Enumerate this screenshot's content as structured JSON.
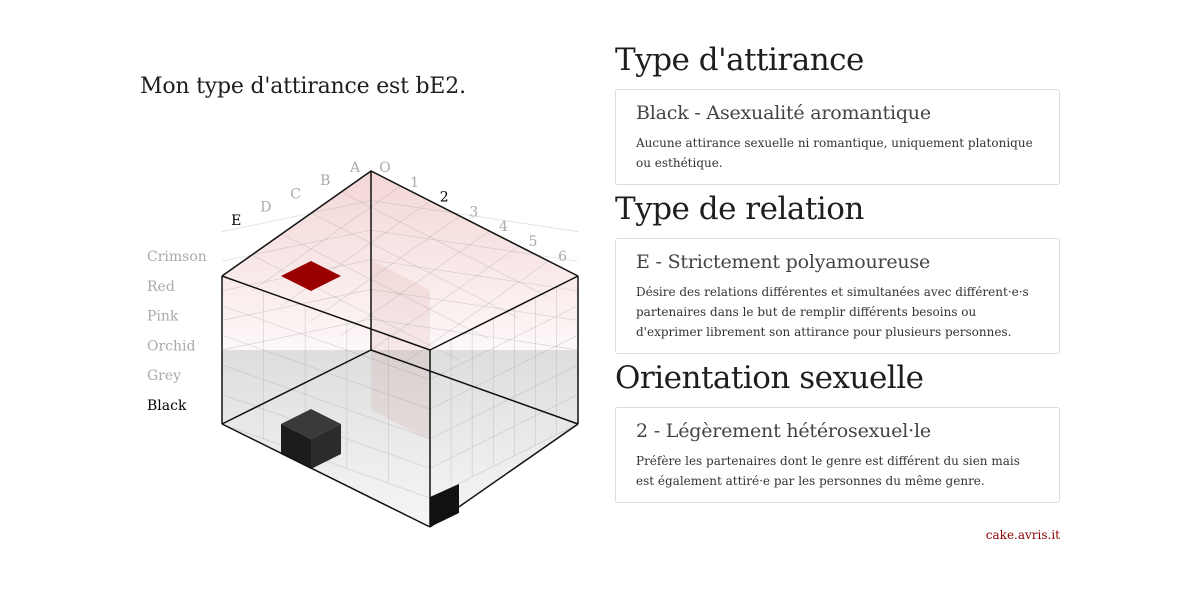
{
  "result_title": "Mon type d'attirance est bE2.",
  "cube": {
    "color_scale_labels": [
      "Crimson",
      "Red",
      "Pink",
      "Orchid",
      "Grey",
      "Black"
    ],
    "selected_color": "Black",
    "relation_labels": [
      "A",
      "B",
      "C",
      "D",
      "E"
    ],
    "selected_relation": "E",
    "orientation_labels": [
      "O",
      "1",
      "2",
      "3",
      "4",
      "5",
      "6"
    ],
    "selected_orientation": "2",
    "colors": {
      "accent": "#990000",
      "selected_block": "#222222",
      "label_muted": "#aaaaaa",
      "label_active": "#000000"
    }
  },
  "sections": [
    {
      "heading": "Type d'attirance",
      "card_title": "Black - Asexualité aromantique",
      "card_text": "Aucune attirance sexuelle ni romantique, uniquement platonique ou esthétique."
    },
    {
      "heading": "Type de relation",
      "card_title": "E - Strictement polyamoureuse",
      "card_text": "Désire des relations différentes et simultanées avec différent·e·s partenaires dans le but de remplir différents besoins ou d'exprimer librement son attirance pour plusieurs personnes."
    },
    {
      "heading": "Orientation sexuelle",
      "card_title": "2 - Légèrement hétérosexuel·le",
      "card_text": "Préfère les partenaires dont le genre est différent du sien mais est également attiré·e par les personnes du même genre."
    }
  ],
  "footer": {
    "link_text": "cake.avris.it"
  }
}
